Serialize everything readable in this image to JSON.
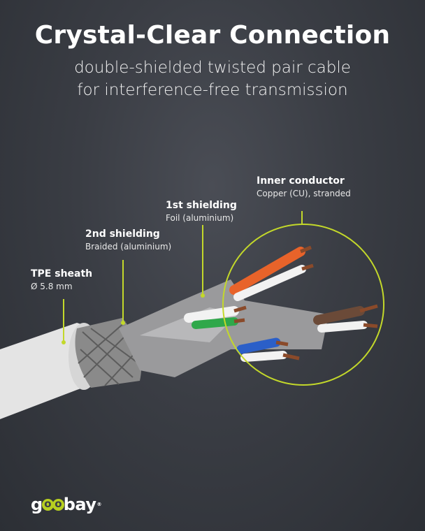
{
  "headline": "Crystal-Clear Connection",
  "subline1": "double-shielded twisted pair cable",
  "subline2": "for interference-free transmission",
  "labels": [
    {
      "title": "Inner conductor",
      "detail": "Copper (CU), stranded"
    },
    {
      "title": "1st shielding",
      "detail": "Foil (aluminium)"
    },
    {
      "title": "2nd shielding",
      "detail": "Braided (aluminium)"
    },
    {
      "title": "TPE sheath",
      "detail": "Ø 5.8 mm"
    }
  ],
  "brand": {
    "pre": "g",
    "o1": "o",
    "o2": "o",
    "post": "bay",
    "reg": "®"
  },
  "colors": {
    "accent": "#c3d82a",
    "orange": "#e8632a",
    "green": "#2fa84a",
    "blue": "#2b5fc8",
    "brown": "#6b4a38"
  }
}
